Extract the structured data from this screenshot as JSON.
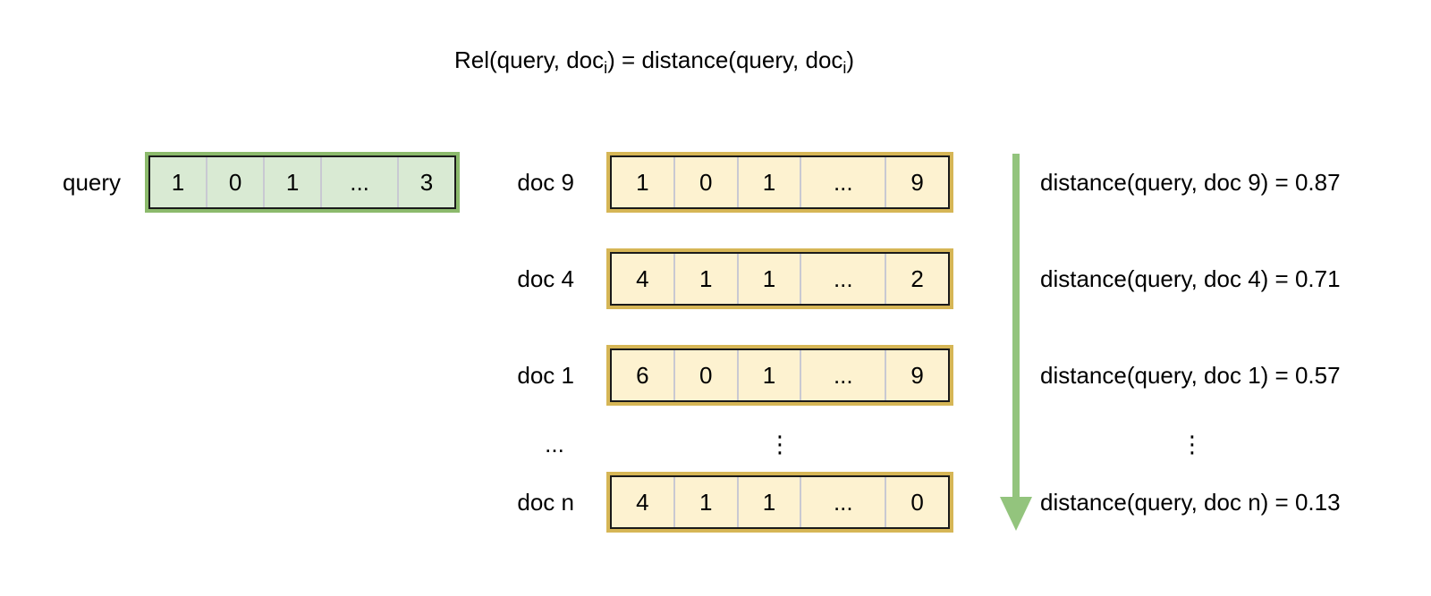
{
  "title": {
    "part1": "Rel(query, doc",
    "sub1": "i",
    "part2": ") = distance(query, doc",
    "sub2": "i",
    "part3": ")"
  },
  "query_row": {
    "label": "query",
    "cells": [
      "1",
      "0",
      "1",
      "...",
      "3"
    ]
  },
  "doc_rows": [
    {
      "label": "doc 9",
      "cells": [
        "1",
        "0",
        "1",
        "...",
        "9"
      ],
      "distance_text": "distance(query, doc 9) = 0.87"
    },
    {
      "label": "doc 4",
      "cells": [
        "4",
        "1",
        "1",
        "...",
        "2"
      ],
      "distance_text": "distance(query, doc 4) = 0.71"
    },
    {
      "label": "doc 1",
      "cells": [
        "6",
        "0",
        "1",
        "...",
        "9"
      ],
      "distance_text": "distance(query, doc 1) = 0.57"
    },
    {
      "label": "doc n",
      "cells": [
        "4",
        "1",
        "1",
        "...",
        "0"
      ],
      "distance_text": "distance(query, doc n) = 0.13"
    }
  ],
  "ellipsis_row": {
    "label": "...",
    "vector_ellipsis": "⋮",
    "distance_ellipsis": "⋮"
  },
  "colors": {
    "query_fill": "#d9ead3",
    "query_stroke": "#8cba6c",
    "doc_fill": "#fdf2d0",
    "doc_stroke": "#d6b656",
    "cell_border": "#1a1a1a",
    "cell_divider": "#c9c9d2",
    "arrow_green": "#93c47d",
    "text": "#000000",
    "background": "#ffffff"
  }
}
